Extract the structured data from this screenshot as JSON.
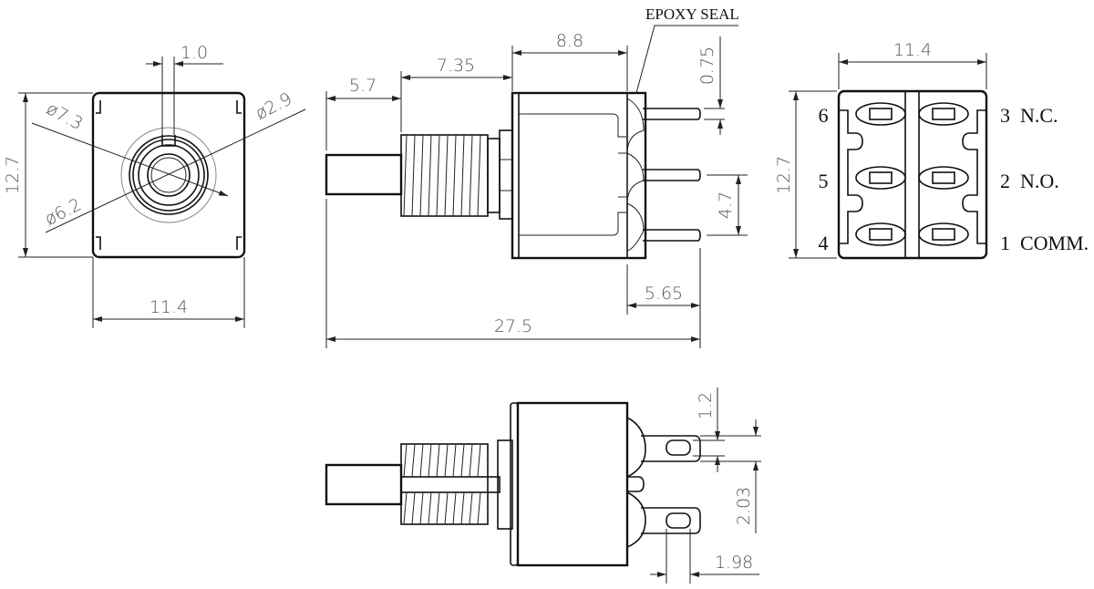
{
  "title": "Pushbutton switch dimensional drawing",
  "front_view": {
    "slot_width": "1.0",
    "height": "12.7",
    "width": "11.4",
    "dia_outer": "ø7.3",
    "dia_mid": "ø6.2",
    "dia_inner": "ø2.9"
  },
  "side_view": {
    "epoxy_label": "EPOXY SEAL",
    "plunger_length": "5.7",
    "bushing_length": "7.35",
    "body_length": "8.8",
    "pin_width": "0.75",
    "pin_pitch": "4.7",
    "pin_length": "5.65",
    "overall_length": "27.5"
  },
  "bottom_view": {
    "hole_width": "1.2",
    "lug_pitch": "2.03",
    "hole_length": "1.98"
  },
  "terminal_view": {
    "width": "11.4",
    "height": "12.7",
    "left_pins": [
      "6",
      "5",
      "4"
    ],
    "right_pins": [
      "3  N.C.",
      "2  N.O.",
      "1  COMM."
    ]
  }
}
